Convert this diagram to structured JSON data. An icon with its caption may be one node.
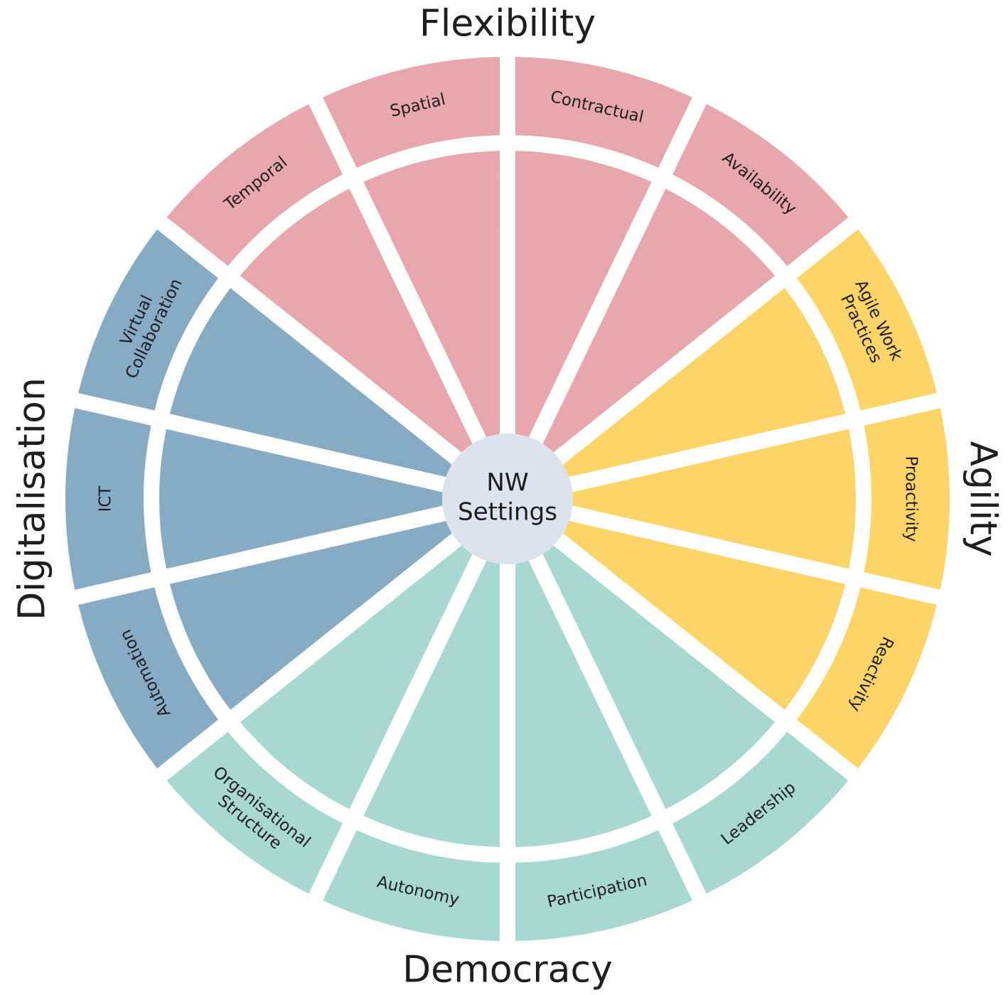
{
  "diagram": {
    "nodes": [
      {
        "text": [
          "NW Settings"
        ]
      },
      {
        "text": [
          "Temporal"
        ]
      },
      {
        "text": [
          "Spatial"
        ]
      },
      {
        "text": [
          "Contractual"
        ]
      },
      {
        "text": [
          "Availability"
        ]
      },
      {
        "text": [
          "Agile Work Practices"
        ]
      },
      {
        "text": [
          "Proactivity"
        ]
      },
      {
        "text": [
          "Reactivity"
        ]
      },
      {
        "text": [
          "Leadership"
        ]
      },
      {
        "text": [
          "Participation"
        ]
      },
      {
        "text": [
          "Autonomy"
        ]
      },
      {
        "text": [
          "Organisational Structure"
        ]
      },
      {
        "text": [
          "Automation"
        ]
      },
      {
        "text": [
          "ICT"
        ]
      },
      {
        "text": [
          "Virtual Collaboration"
        ]
      },
      {
        "text": [],
        "shape": "wedge"
      },
      {
        "text": [],
        "shape": "wedge"
      },
      {
        "text": [],
        "shape": "wedge"
      },
      {
        "text": [],
        "shape": "wedge"
      },
      {
        "text": [],
        "shape": "wedge"
      },
      {
        "text": [],
        "shape": "wedge"
      },
      {
        "text": [],
        "shape": "wedge"
      },
      {
        "text": [],
        "shape": "wedge"
      },
      {
        "text": [],
        "shape": "wedge"
      },
      {
        "text": [],
        "shape": "wedge"
      },
      {
        "text": [],
        "shape": "wedge"
      },
      {
        "text": [],
        "shape": "wedge"
      },
      {
        "text": [],
        "shape": "wedge"
      },
      {
        "text": [],
        "shape": "wedge"
      }
    ],
    "labels": [
      "Flexibility",
      "Digitalisation",
      "Agility",
      "Democracy"
    ]
  }
}
